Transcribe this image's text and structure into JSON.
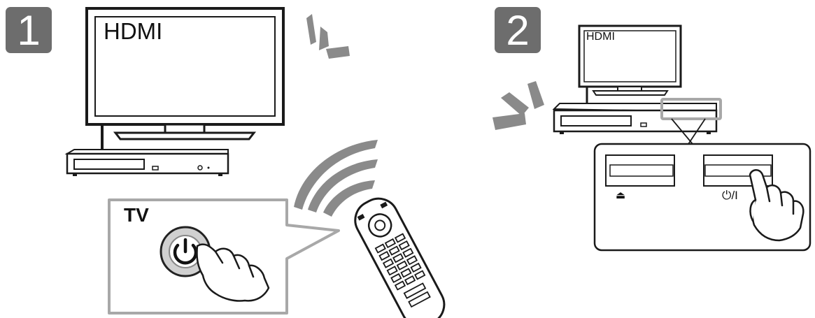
{
  "steps": [
    {
      "number": "1",
      "screen_label": "HDMI",
      "remote_button_label": "TV"
    },
    {
      "number": "2",
      "screen_label": "HDMI",
      "eject_button_symbol": "⏏",
      "power_button_symbol": "⏻/I"
    }
  ],
  "icons": [
    "power-icon",
    "eject-icon",
    "hand-pointer-icon",
    "remote-control-icon",
    "signal-waves-icon"
  ],
  "colors": {
    "badge": "#6d6d6d",
    "callout_border": "#a8a8a8",
    "line": "#1a1a1a",
    "waves": "#8a8a8a"
  }
}
